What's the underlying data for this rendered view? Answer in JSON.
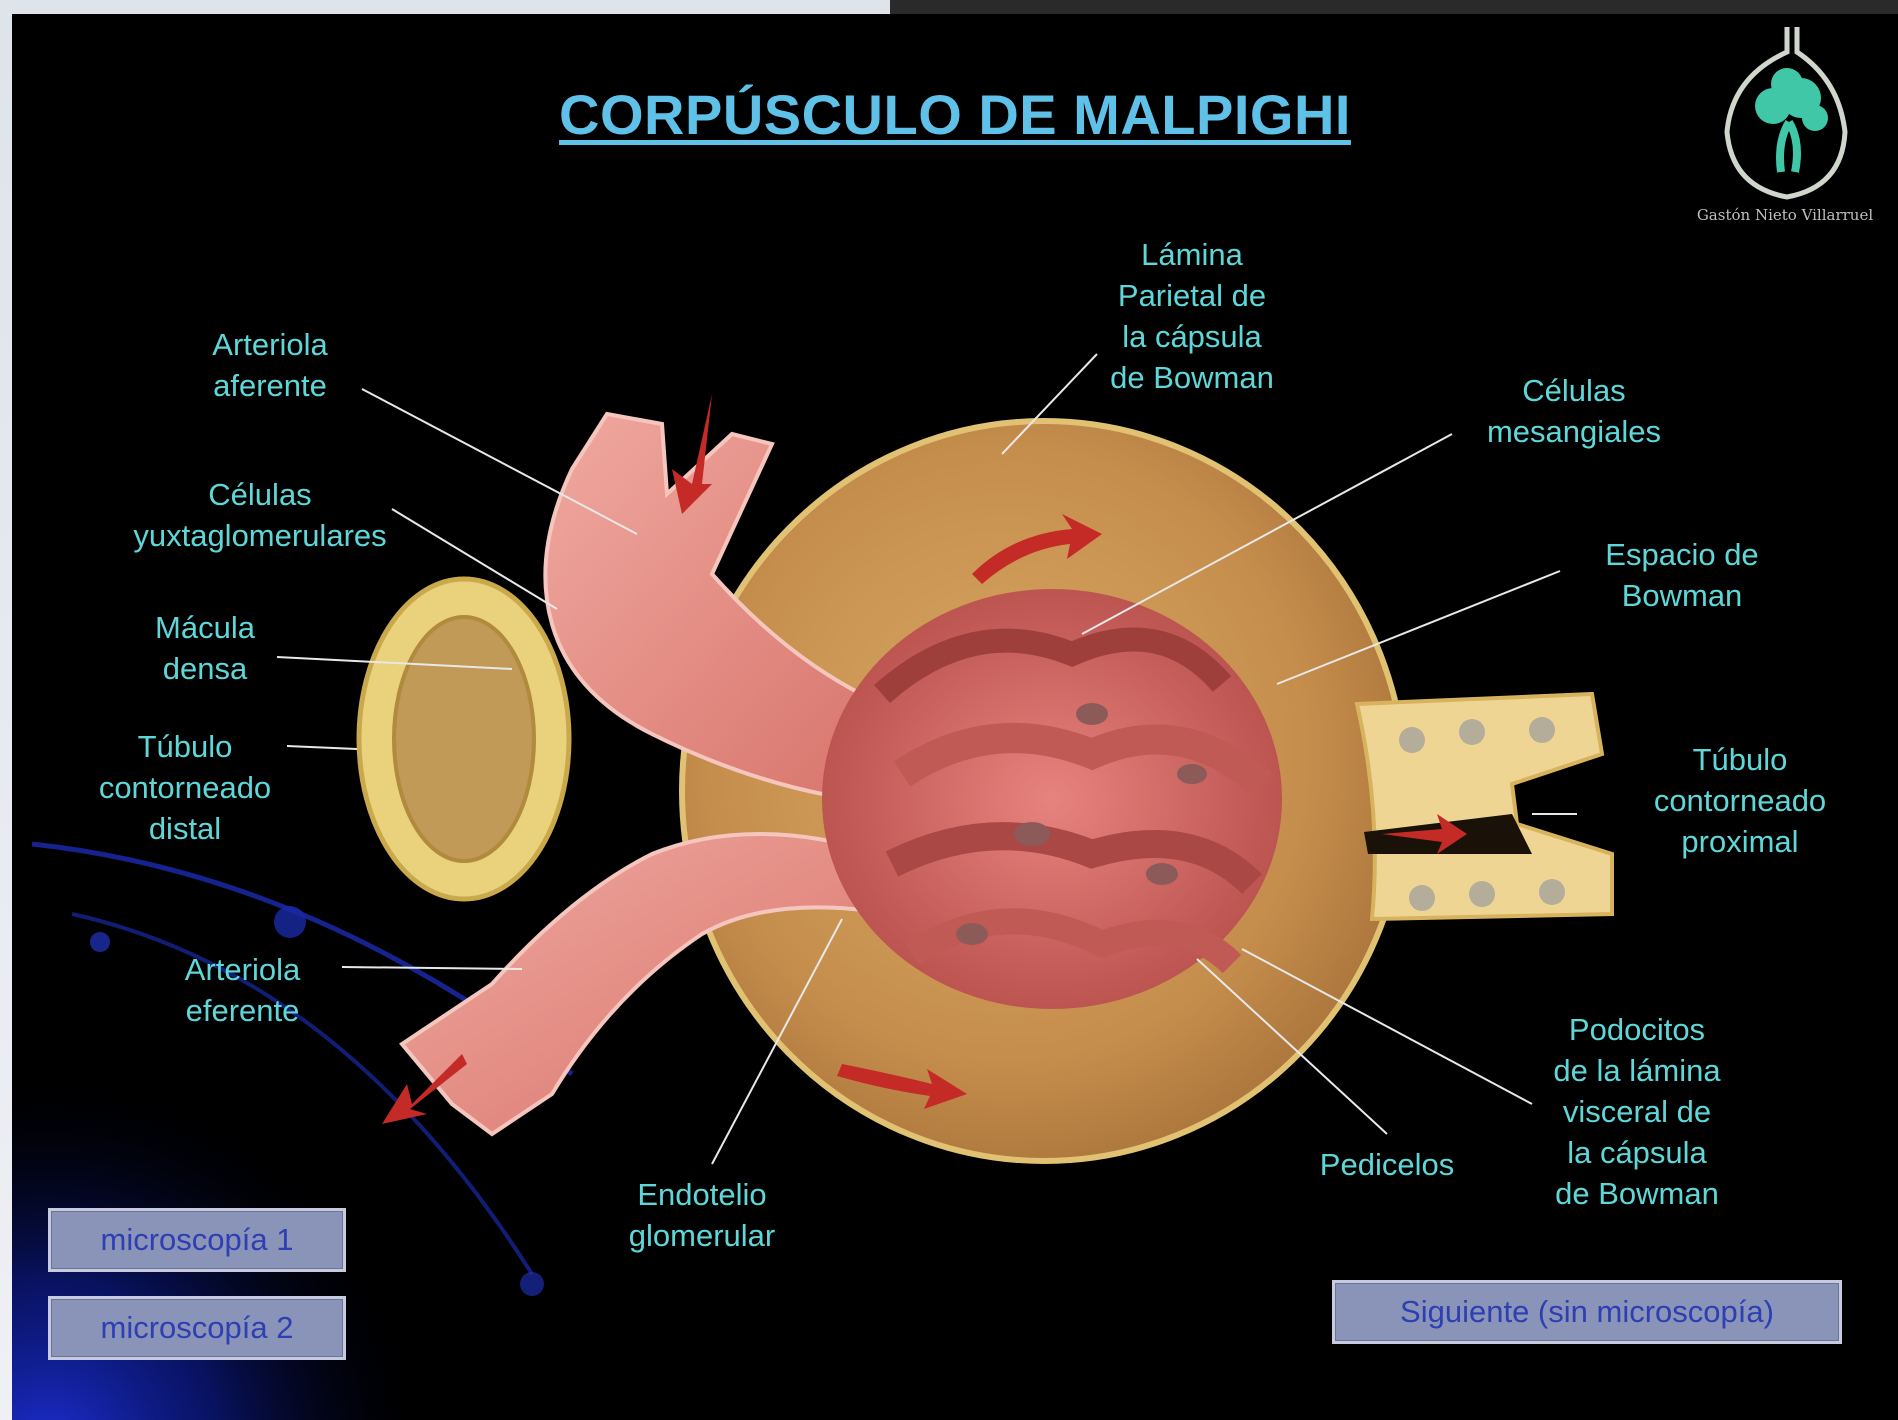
{
  "slide": {
    "title": "CORPÚSCULO DE MALPIGHI",
    "logo_caption": "Gastón Nieto Villarruel"
  },
  "labels": {
    "arteriola_aferente": "Arteriola\naferente",
    "celulas_yuxtaglomerulares": "Células\nyuxtaglomerulares",
    "macula_densa": "Mácula\ndensa",
    "tubulo_distal": "Túbulo\ncontorneado\ndistal",
    "arteriola_eferente": "Arteriola\neferente",
    "lamina_parietal": "Lámina\nParietal de\nla cápsula\nde Bowman",
    "celulas_mesangiales": "Células\nmesangiales",
    "espacio_bowman": "Espacio de\nBowman",
    "tubulo_proximal": "Túbulo\ncontorneado\nproximal",
    "podocitos": "Podocitos\nde la lámina\nvisceral de\nla cápsula\nde Bowman",
    "pedicelos": "Pedicelos",
    "endotelio": "Endotelio\nglomerular"
  },
  "buttons": {
    "microscopia_1": "microscopía 1",
    "microscopia_2": "microscopía 2",
    "siguiente": "Siguiente (sin microscopía)"
  },
  "colors": {
    "title": "#5fc0e8",
    "label": "#5fd7d9",
    "button_bg": "#8a94b8",
    "button_text": "#2d3fb2"
  }
}
